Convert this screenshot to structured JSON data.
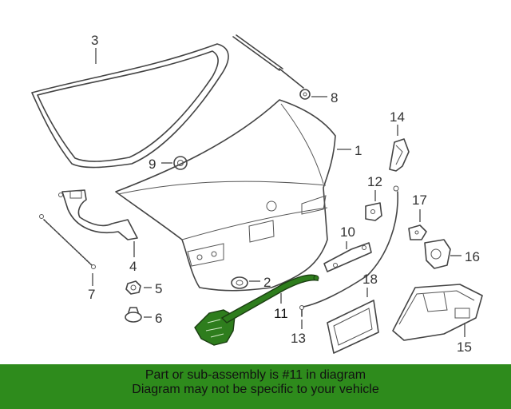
{
  "callouts": {
    "c1": "1",
    "c2": "2",
    "c3": "3",
    "c4": "4",
    "c5": "5",
    "c6": "6",
    "c7": "7",
    "c8": "8",
    "c9": "9",
    "c10": "10",
    "c11": "11",
    "c12": "12",
    "c13": "13",
    "c14": "14",
    "c15": "15",
    "c16": "16",
    "c17": "17",
    "c18": "18"
  },
  "highlight_color": "#2e7d1d",
  "banner": {
    "color": "#2e8b1c",
    "line1": "Part or sub-assembly is #11 in diagram",
    "line2": "Diagram may not be specific to your vehicle"
  }
}
